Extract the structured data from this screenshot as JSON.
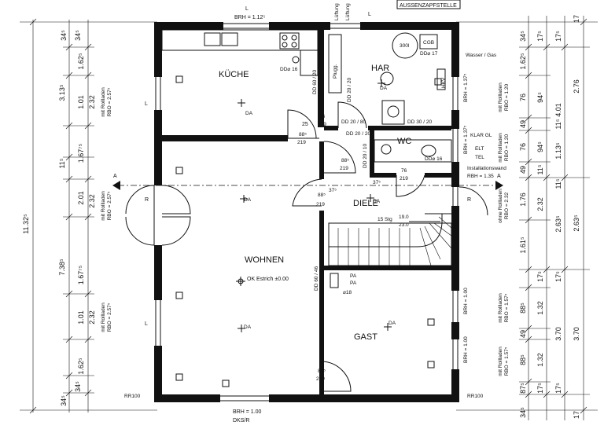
{
  "rooms": {
    "kueche": "KÜCHE",
    "har": "HAR",
    "wc": "WC",
    "wohnen": "WOHNEN",
    "diele": "DIELE",
    "gast": "GAST"
  },
  "labels": {
    "aussenzapfstelle": "AUSSENZAPFSTELLE",
    "lueftung1": "Lüftung",
    "lueftung2": "Lüftung",
    "brh_top": "BRH = 1.12⁵",
    "brh_bottom": "BRH = 1.00",
    "dks": "DKS/R",
    "l_top": "L",
    "l_left1": "L",
    "l_left2": "L",
    "r_left": "R",
    "r_right": "R",
    "l_bottom": "L",
    "a_left": "A",
    "a_right": "A",
    "tank": "300l",
    "cgb": "CGB",
    "dd17": "DD⌀ 17",
    "wasser_gas": "Wasser / Gas",
    "hkv": "HKV",
    "brh137a": "BRH = 1.37⁵",
    "brh137b": "BRH = 1.37⁵",
    "klar_gl": "KLAR GL",
    "elt": "ELT",
    "tel": "TEL",
    "installationswand": "Installationswand",
    "rbh135": "RBH = 1.35",
    "dd16_kueche": "DD⌀ 16",
    "dd16_wc": "DD⌀ 16",
    "da": "DA",
    "pluggdt": "Plugg.",
    "dd6020": "DD 60 / 20",
    "dd2020a": "DD 20 / 20",
    "dd2080": "DD 20 / 80",
    "dd3020": "DD 30 / 20",
    "dd2020b": "DD 20 / 20",
    "dd2010": "DD 20 / 10",
    "dd6046": "DD 60 / 46",
    "stg": "15 Stg",
    "stg_a": "19.0",
    "stg_b": "23.0",
    "pa1": "PA",
    "pa2": "PA",
    "d18": "⌀18",
    "ok_estrich": "OK Estrich ±0.00",
    "rr100a": "RR100",
    "rr100b": "RR100",
    "door76a": "76",
    "door219a": "219",
    "door885a": "88⁵",
    "door219b": "219",
    "door885b": "88⁵",
    "door219c": "219",
    "door76b": "76",
    "door219d": "219",
    "door885c": "88⁵",
    "door219e": "219",
    "door885d": "88⁵",
    "door219f": "219",
    "n25": "25",
    "n375": "37⁵",
    "n375b": "37⁵",
    "brh100a": "BRH = 1.00",
    "brh100b": "BRH = 1.00"
  },
  "dims_left": {
    "d1": "34⁵",
    "d2": "1.62⁵",
    "d3": "1.01",
    "d4": "1.67⁷⁵",
    "d5": "2.01",
    "d6": "1.67⁷⁵",
    "d7": "1.01",
    "d8": "1.62⁵",
    "d9": "34⁵",
    "e1": "34⁵",
    "e2": "2.32",
    "e3": "2.32",
    "e4": "2.32",
    "e5": "34⁵",
    "big1": "3.13⁵",
    "big2": "11⁵",
    "big3": "7.38⁵",
    "total": "11.32⁵",
    "rl1": "mit Rollladen",
    "rl1b": "RBO = 2.57⁵",
    "rl2": "mit Rollladen",
    "rl2b": "RBO = 2.57⁵",
    "rl3": "mit Rollladen",
    "rl3b": "RBO = 2.57⁵"
  },
  "dims_right": {
    "a1": "34⁵",
    "a2": "1.62⁵",
    "a3": "76",
    "a4": "49",
    "a5": "76",
    "a6": "49",
    "a7": "1.76",
    "a8": "1.61⁵",
    "a9": "88⁵",
    "a10": "49",
    "a11": "88⁵",
    "a12": "87⁵",
    "a13": "34⁵",
    "b1": "17⁵",
    "b2": "94⁵",
    "b3": "94⁵",
    "b4": "11⁵",
    "b5": "2.32",
    "b6": "17⁵",
    "b7": "1.32",
    "b8": "1.32",
    "b9": "17⁵",
    "c1": "17⁵",
    "c2": "4.01",
    "c3": "11⁵",
    "c4": "1.13⁵",
    "c5": "11⁵",
    "c6": "2.63⁵",
    "c7": "17⁵",
    "c8": "3.70",
    "c9": "17⁵",
    "f1": "17",
    "f2": "2.76",
    "f3": "2.63⁵",
    "f4": "3.70",
    "f5": "17",
    "r1": "mit Rollladen",
    "r1b": "RBO = 1.20",
    "r2": "mit Rollladen",
    "r2b": "RBO = 1.20",
    "r3": "ohne Rollladen",
    "r3b": "RBO = 2.32",
    "r4": "mit Rollladen",
    "r4b": "RBO = 1.57⁵",
    "r5": "mit Rollladen",
    "r5b": "RBO = 1.57⁵"
  },
  "colors": {
    "ink": "#111111",
    "paper": "#ffffff"
  }
}
